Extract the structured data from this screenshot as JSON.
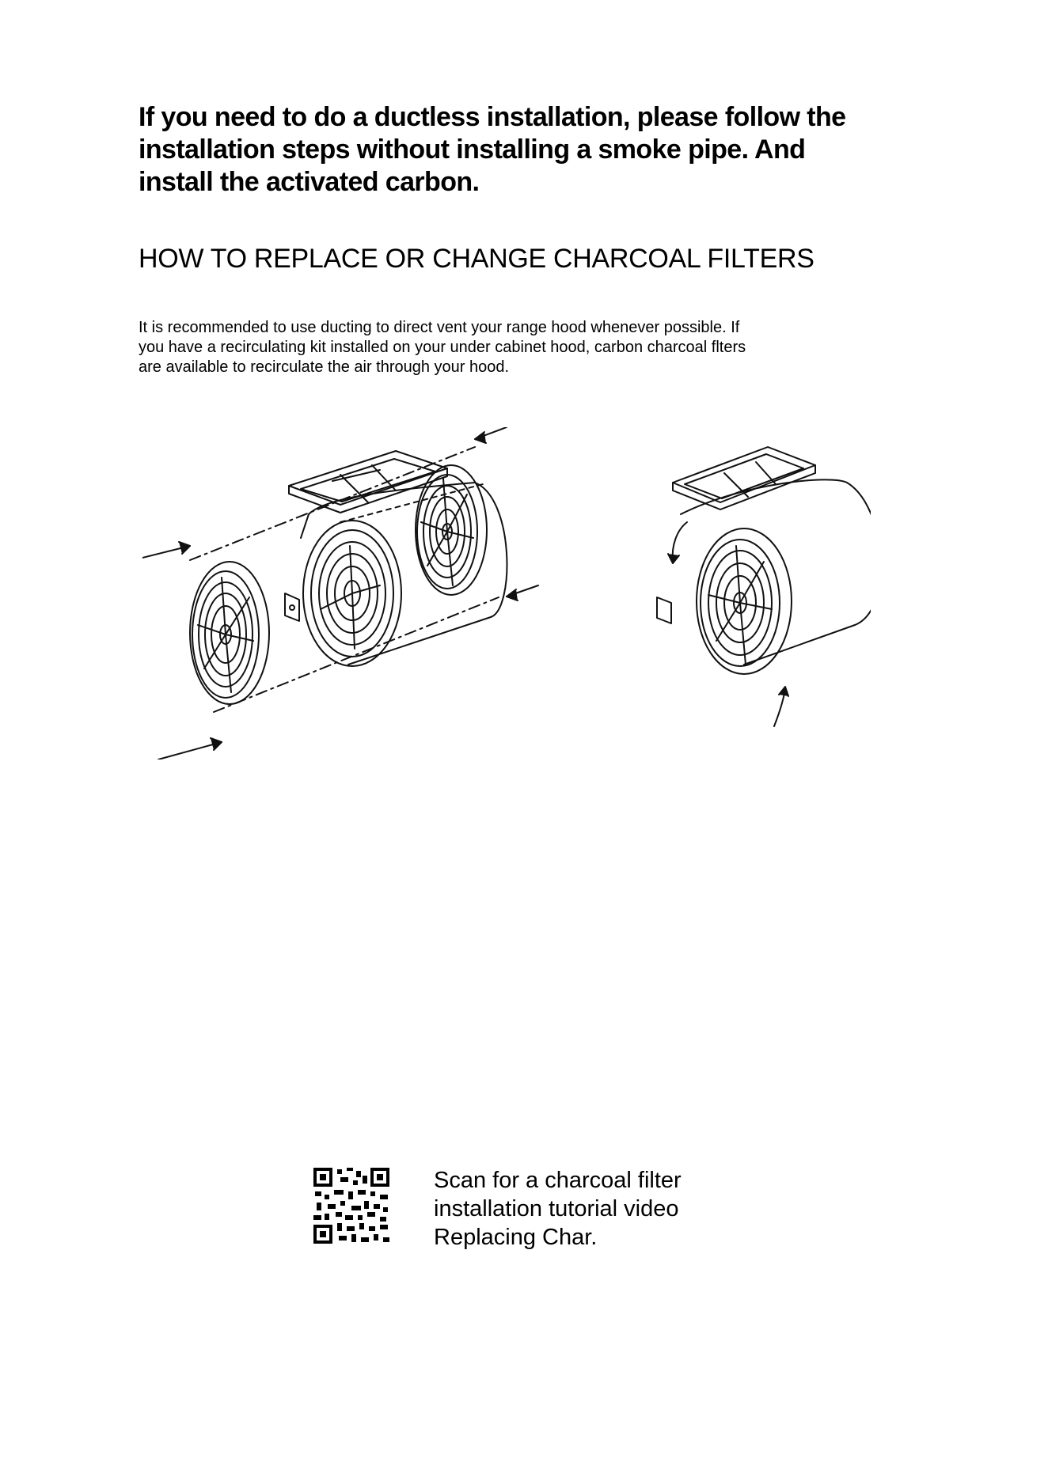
{
  "intro": {
    "lines": [
      "If you need to do a ductless installation, please follow the",
      "installation steps without installing a smoke pipe. And",
      "install the activated carbon."
    ]
  },
  "heading": "HOW TO REPLACE OR CHANGE CHARCOAL FILTERS",
  "description": {
    "lines": [
      "It is recommended to use ducting to direct vent your range hood whenever possible. If",
      "you have a recirculating kit installed on your under cabinet hood, carbon charcoal flters",
      "are available to recirculate the air through your hood."
    ]
  },
  "illustration": {
    "exploded_view_icon": "blower-exploded-view-icon",
    "assembled_view_icon": "blower-assembled-view-icon"
  },
  "qr_section": {
    "qr_icon": "qr-code-icon",
    "lines": [
      "Scan for a charcoal filter",
      "installation tutorial video",
      "Replacing Char."
    ]
  }
}
